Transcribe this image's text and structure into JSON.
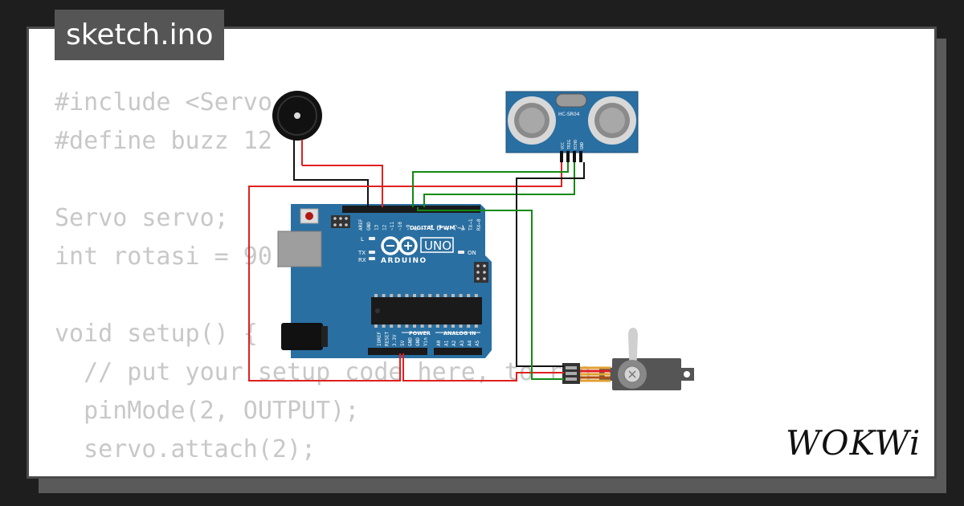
{
  "file": {
    "name": "sketch.ino"
  },
  "code_lines": [
    "#include <Servo.h>",
    "#define buzz 12",
    "",
    "Servo servo;",
    "int rotasi = 90;",
    "",
    "void setup() {",
    "  // put your setup code here, to run once:",
    "  pinMode(2, OUTPUT);",
    "  servo.attach(2);",
    "}"
  ],
  "brand": {
    "name": "WOKWi"
  },
  "board": {
    "name": "UNO",
    "maker": "ARDUINO",
    "digital_label": "DIGITAL (PWM ~)",
    "power_label": "POWER",
    "analog_label": "ANALOG IN",
    "on_label": "ON",
    "led_l": "L",
    "led_tx": "TX",
    "led_rx": "RX",
    "top_pins": [
      "AREF",
      "GND",
      "13",
      "12",
      "~11",
      "~10",
      "~9",
      "8",
      "7",
      "~6",
      "~5",
      "4",
      "~3",
      "2",
      "TX→1",
      "RX←0"
    ],
    "power_pins": [
      "IOREF",
      "RESET",
      "3.3V",
      "5V",
      "GND",
      "GND",
      "Vin"
    ],
    "analog_pins": [
      "A0",
      "A1",
      "A2",
      "A3",
      "A4",
      "A5"
    ]
  },
  "sensor": {
    "model": "HC-SR04",
    "pins": [
      "VCC",
      "TRIG",
      "ECHO",
      "GND"
    ]
  },
  "colors": {
    "board": "#2a6fa1",
    "wire_red": "#e02020",
    "wire_green": "#138a13",
    "wire_black": "#111111",
    "code_text": "#c8c8c8",
    "tab_bg": "#555555"
  }
}
